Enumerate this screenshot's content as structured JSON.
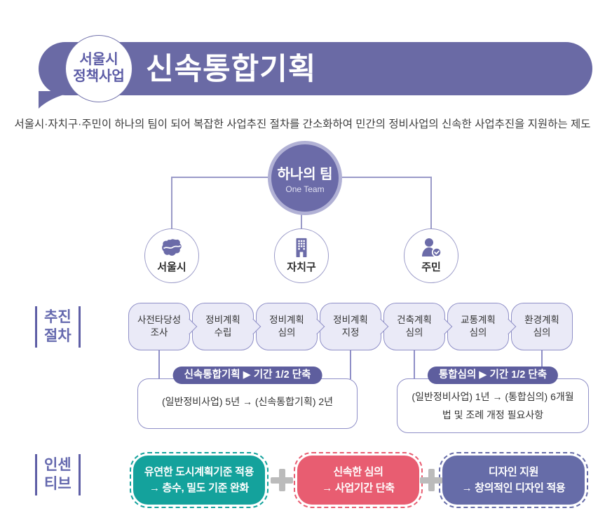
{
  "header": {
    "badge_line1": "서울시",
    "badge_line2": "정책사업",
    "title": "신속통합기획"
  },
  "subtitle": "서울시·자치구·주민이 하나의 팀이 되어 복잡한 사업추진 절차를 간소화하여 민간의 정비사업의 신속한 사업추진을 지원하는 제도",
  "org_chart": {
    "center": {
      "title": "하나의 팀",
      "subtitle": "One Team"
    },
    "members": [
      {
        "label": "서울시",
        "icon": "seoul-map-icon"
      },
      {
        "label": "자치구",
        "icon": "building-icon"
      },
      {
        "label": "주민",
        "icon": "person-check-icon"
      }
    ]
  },
  "process": {
    "label_line1": "추진",
    "label_line2": "절차",
    "steps": [
      {
        "line1": "사전타당성",
        "line2": "조사"
      },
      {
        "line1": "정비계획",
        "line2": "수립"
      },
      {
        "line1": "정비계획",
        "line2": "심의"
      },
      {
        "line1": "정비계획",
        "line2": "지정"
      },
      {
        "line1": "건축계획",
        "line2": "심의"
      },
      {
        "line1": "교통계획",
        "line2": "심의"
      },
      {
        "line1": "환경계획",
        "line2": "심의"
      }
    ],
    "brackets": [
      {
        "badge": "신속통합기획 ▶ 기간 1/2 단축",
        "line1": "(일반정비사업) 5년 → (신속통합기획) 2년"
      },
      {
        "badge": "통합심의 ▶ 기간 1/2 단축",
        "line1": "(일반정비사업) 1년 → (통합심의) 6개월",
        "line2": "법 및 조례 개정 필요사항"
      }
    ]
  },
  "incentives": {
    "label_line1": "인센",
    "label_line2": "티브",
    "items": [
      {
        "line1": "유연한 도시계획기준 적용",
        "line2": "→ 층수, 밀도 기준 완화",
        "color": "#14a29c"
      },
      {
        "line1": "신속한 심의",
        "line2": "→ 사업기간 단축",
        "color": "#e85d71"
      },
      {
        "line1": "디자인 지원",
        "line2": "→ 창의적인 디자인 적용",
        "color": "#666ca8"
      }
    ]
  },
  "colors": {
    "banner_purple": "#6a6aa5",
    "badge_text_purple": "#5c5ca6",
    "team_circle_fill": "#6b6ba8",
    "team_circle_ring": "#b1b1d5",
    "connector_line": "#9a9ac8",
    "process_box_fill": "#eaeaf7",
    "process_box_border": "#8f8fc7",
    "pill_fill": "#5e5e9e",
    "section_label_purple": "#6468ae",
    "incentive_teal": "#14a29c",
    "incentive_red": "#e85d71",
    "incentive_purple": "#666ca8",
    "plus_gray": "#bbbbbb",
    "body_text": "#333333"
  }
}
